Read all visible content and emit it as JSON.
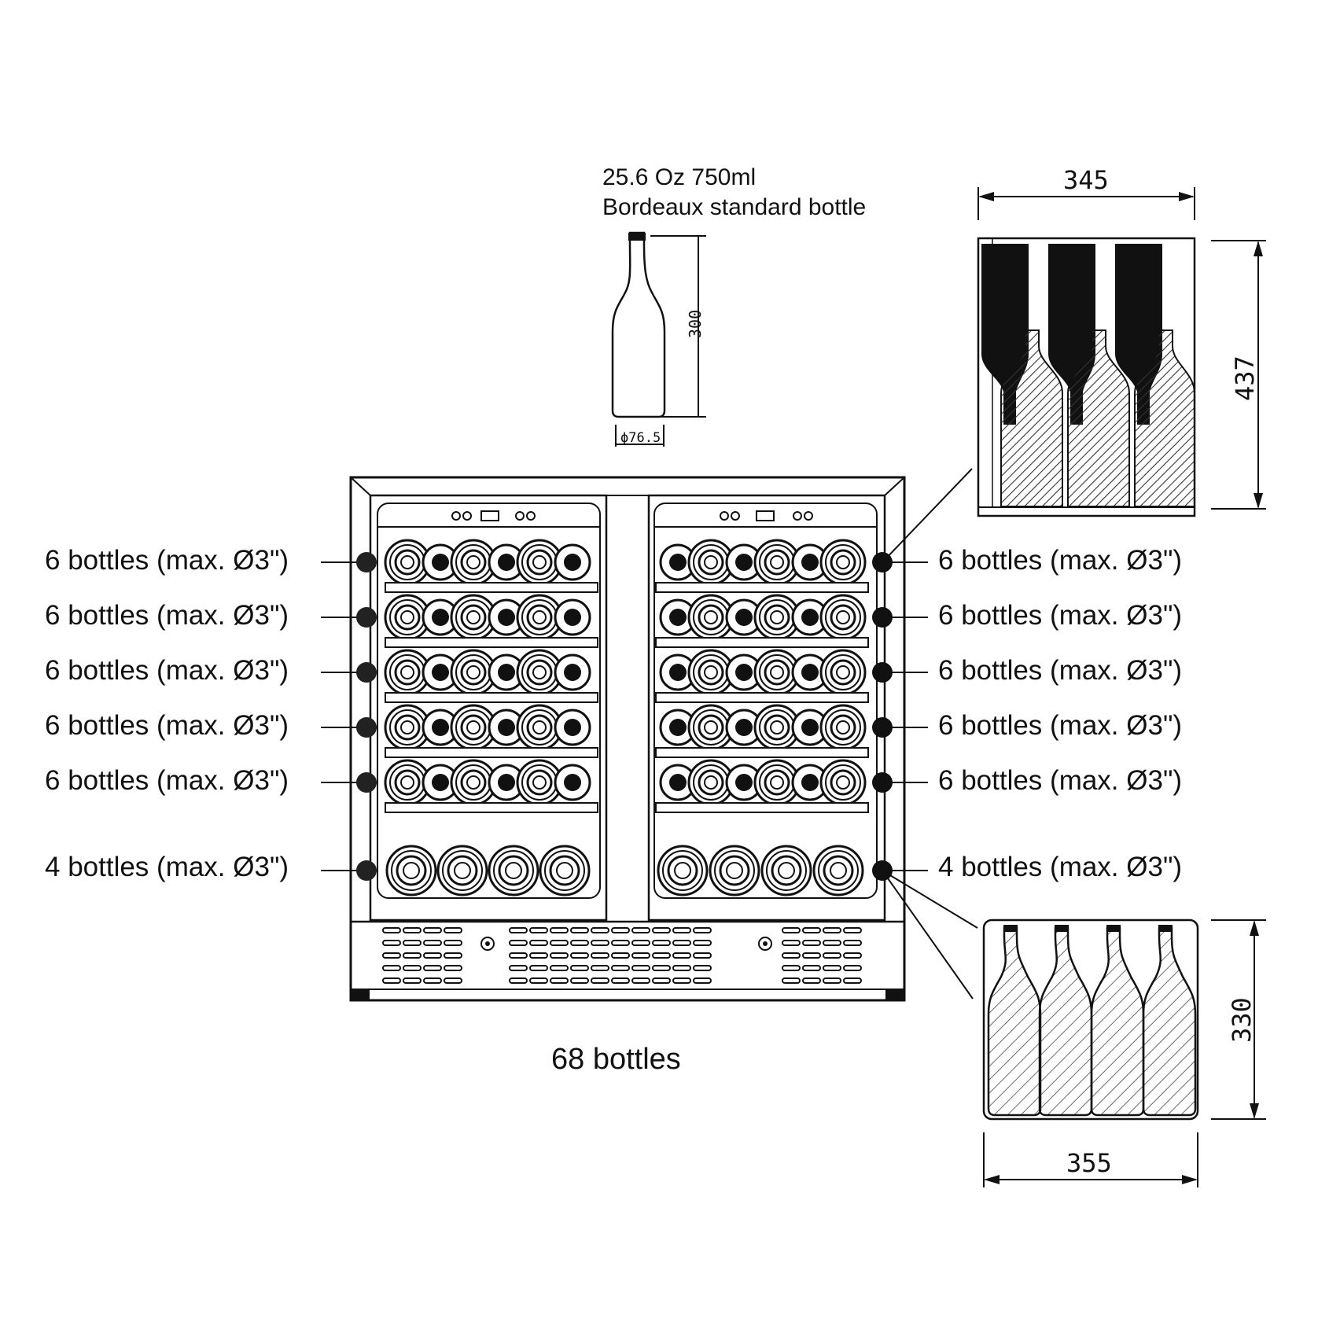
{
  "bottle": {
    "line1": "25.6 Oz 750ml",
    "line2": "Bordeaux standard bottle",
    "height": "300",
    "diameter": "ϕ76.5"
  },
  "shelves": {
    "left": [
      "6 bottles (max. Ø3\")",
      "6 bottles (max. Ø3\")",
      "6 bottles (max. Ø3\")",
      "6 bottles (max. Ø3\")",
      "6 bottles (max. Ø3\")",
      "4 bottles (max. Ø3\")"
    ],
    "right": [
      "6 bottles (max. Ø3\")",
      "6 bottles (max. Ø3\")",
      "6 bottles (max. Ø3\")",
      "6 bottles (max. Ø3\")",
      "6 bottles (max. Ø3\")",
      "4 bottles (max. Ø3\")"
    ]
  },
  "total": "68 bottles",
  "detail_shelf": {
    "width": "345",
    "height": "437"
  },
  "detail_bottom": {
    "width": "355",
    "height": "330"
  }
}
